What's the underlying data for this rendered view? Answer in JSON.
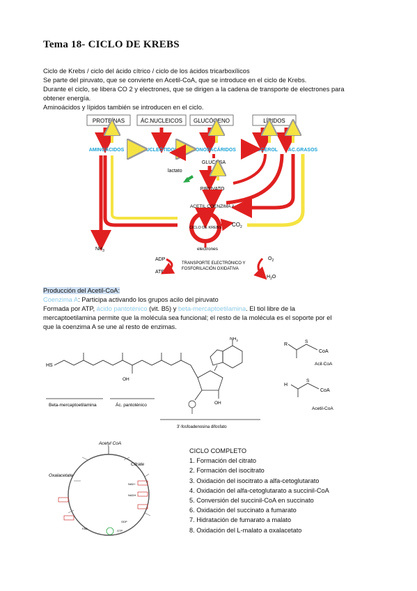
{
  "title": "Tema 18- CICLO DE KREBS",
  "intro": [
    "Ciclo de Krebs / ciclo del ácido cítrico / ciclo de los ácidos tricarboxílicos",
    "Se parte del piruvato, que se convierte en Acetil-CoA, que se introduce en el ciclo de Krebs.",
    "Durante el ciclo, se libera CO 2 y electrones, que se dirigen a la cadena de transporte de electrones para",
    "obtener energía.",
    "Aminoácidos y lípidos también se introducen en el ciclo."
  ],
  "diagram": {
    "boxes": [
      "PROTEÍNAS",
      "ÁC.NUCLEICOS",
      "GLUCÓGENO",
      "LÍPIDOS"
    ],
    "row2": [
      "AMINOÁCIDOS",
      "NUCLEÓTIDOS",
      "MONOSACÁRIDOS",
      "GLICEROL",
      "ÁC.GRASOS"
    ],
    "glucosa": "GLUCOSA",
    "lactato": "lactato",
    "piruvato": "PIRUVATO",
    "acetil": "ACETIL COENZIMA A",
    "ciclo": "CICLO DE KREBS",
    "co2": "CO",
    "co2_sub": "2",
    "nh3": "NH",
    "nh3_sub": "3",
    "electrones": "electrones",
    "adp": "ADP",
    "atp": "ATP",
    "transporte1": "TRANSPORTE ELECTRÓNICO Y",
    "transporte2": "FOSFORILACIÓN OXIDATIVA",
    "o2": "O",
    "o2_sub": "2",
    "h2o": "H",
    "h2o_sub": "2",
    "h2o_end": "O"
  },
  "produccion": {
    "heading": "Producción del Acetil-CoA:",
    "coenzima": "Coenzima A",
    "coenzima_rest": ": Participa activando los grupos acilo del piruvato",
    "formada_pre": "Formada por ATP, ",
    "pantotenico": "ácido pantoténico",
    "vit": " (vit. B5) y ",
    "mercapto": "beta-mercaptoetilamina",
    "rest1": ". El tiol libre de la",
    "line2": "mercaptoetilamina permite que la molécula sea funcional; el resto de la molécula es el soporte por el",
    "line3": "que la coenzima A se une al resto de enzimas."
  },
  "structure": {
    "hs": "HS",
    "nh2": "NH",
    "nh2_sub": "2",
    "oh1": "OH",
    "oh2": "OH",
    "label_beta": "Beta-mercaptoetilamina",
    "label_pant": "Ác. pantoténico",
    "label_adp": "3'-fosfoadenosina difosfato",
    "acil_r": "R",
    "acil_s": "S",
    "acil_coa": "CoA",
    "acil_label": "Acil-CoA",
    "acetil_h3c": "H",
    "acetil_label": "Acetil-CoA"
  },
  "cycle_fig": {
    "acetyl": "Acetyl CoA",
    "citrate": "Citrate",
    "oxalacetate": "Oxalacetate",
    "nad": "NAD+",
    "nadh": "NADH",
    "gdp": "GDP",
    "gtp": "GTP",
    "fad": "FAD"
  },
  "ciclo": {
    "heading": "CICLO COMPLETO",
    "steps": [
      "1. Formación del citrato",
      "2. Formación del isocitrato",
      "3. Oxidación del isocitrato a alfa-cetoglutarato",
      "4. Oxidación del alfa-cetoglutarato a succinil-CoA",
      "5. Conversión del succinil-CoA en succinato",
      "6. Oxidación del succinato a fumarato",
      "7. Hidratación de fumarato a malato",
      "8. Oxidación del L-malato a oxalacetato"
    ]
  },
  "colors": {
    "red": "#e02020",
    "yellow": "#f5e342",
    "cyan": "#1aa3d6",
    "green": "#2aa84a",
    "highlight": "#cfe0f3"
  }
}
